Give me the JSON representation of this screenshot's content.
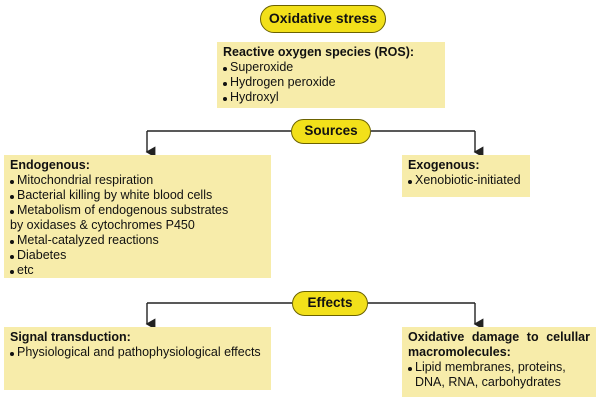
{
  "title": "Oxidative stress",
  "ros": {
    "heading": "Reactive oxygen species (ROS):",
    "items": [
      "Superoxide",
      "Hydrogen peroxide",
      "Hydroxyl"
    ]
  },
  "sources_label": "Sources",
  "endogenous": {
    "heading": "Endogenous:",
    "items": [
      "Mitochondrial respiration",
      "Bacterial killing by white blood cells",
      "Metabolism of endogenous substrates",
      "Metal-catalyzed reactions",
      "Diabetes",
      "etc"
    ],
    "metabolism_cont": "by oxidases & cytochromes P450"
  },
  "exogenous": {
    "heading": "Exogenous:",
    "items": [
      "Xenobiotic-initiated"
    ]
  },
  "effects_label": "Effects",
  "signal": {
    "heading": "Signal transduction:",
    "items": [
      "Physiological and pathophysiological effects"
    ]
  },
  "damage": {
    "heading": "Oxidative damage to celullar macromolecules:",
    "items": [
      "Lipid membranes, proteins, DNA, RNA, carbohydrates"
    ]
  },
  "colors": {
    "pill_fill": "#f2e01a",
    "box_fill": "#f7ecaa",
    "line": "#222222"
  }
}
